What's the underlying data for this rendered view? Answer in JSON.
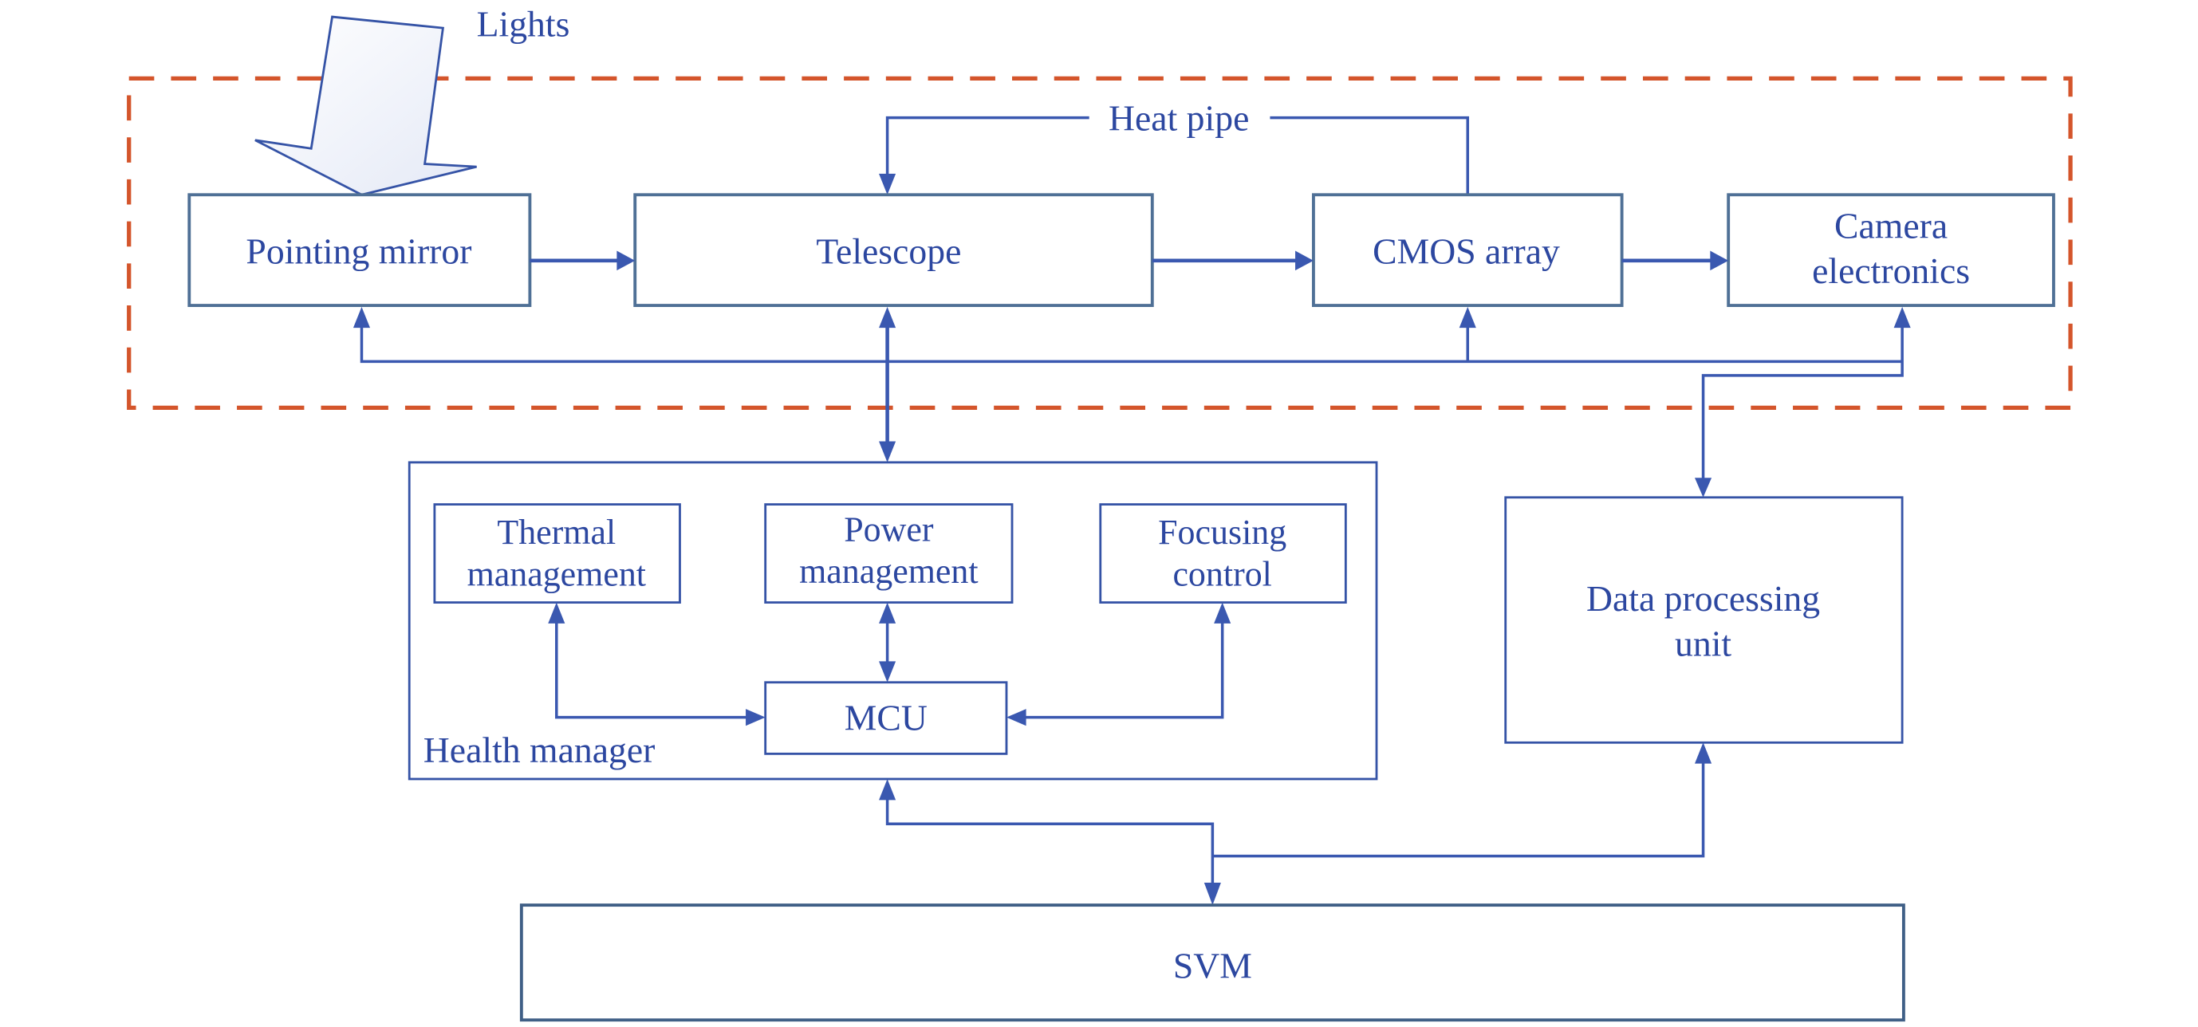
{
  "diagram": {
    "light_label": "Lights",
    "heat_pipe_label": "Heat pipe",
    "nodes": {
      "pointing_mirror": "Pointing mirror",
      "telescope": "Telescope",
      "cmos_array": "CMOS array",
      "camera_electronics_line1": "Camera",
      "camera_electronics_line2": "electronics",
      "health_manager": "Health manager",
      "thermal_line1": "Thermal",
      "thermal_line2": "management",
      "power_line1": "Power",
      "power_line2": "management",
      "focusing_line1": "Focusing",
      "focusing_line2": "control",
      "mcu": "MCU",
      "dpu_line1": "Data processing",
      "dpu_line2": "unit",
      "svm": "SVM"
    },
    "colors": {
      "text": "#2c47a0",
      "connector": "#3a58b0",
      "box_border": "#4f7096",
      "payload_boundary": "#d4552b"
    },
    "edges": [
      {
        "from": "Lights",
        "to": "Pointing mirror"
      },
      {
        "from": "Pointing mirror",
        "to": "Telescope"
      },
      {
        "from": "Telescope",
        "to": "CMOS array"
      },
      {
        "from": "CMOS array",
        "to": "Camera electronics"
      },
      {
        "from": "CMOS array",
        "to": "Telescope",
        "label": "Heat pipe"
      },
      {
        "from": "Health manager",
        "to": "Pointing mirror"
      },
      {
        "from": "Health manager",
        "to": "Telescope"
      },
      {
        "from": "Health manager",
        "to": "CMOS array"
      },
      {
        "from": "Health manager",
        "to": "Camera electronics"
      },
      {
        "from": "Camera electronics",
        "to": "Data processing unit"
      },
      {
        "from": "Thermal management",
        "to": "MCU",
        "bidirectional": true
      },
      {
        "from": "Power management",
        "to": "MCU",
        "bidirectional": true
      },
      {
        "from": "Focusing control",
        "to": "MCU",
        "bidirectional": true
      },
      {
        "from": "Health manager",
        "to": "SVM",
        "bidirectional": true
      },
      {
        "from": "SVM",
        "to": "Data processing unit"
      }
    ]
  }
}
